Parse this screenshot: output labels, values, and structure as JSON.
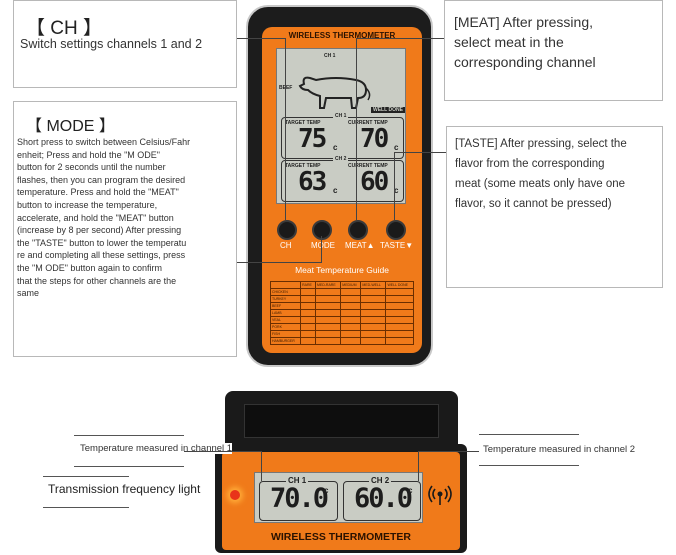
{
  "ch_box": {
    "title": "【 CH 】",
    "text": "Switch settings channels 1 and 2"
  },
  "mode_box": {
    "title": "【 MODE 】",
    "lines": [
      "Short press to switch between Celsius/Fahr",
      "enheit; Press and hold the \"M ODE\"",
      "button for 2 seconds until the number",
      "flashes, then you can program the desired",
      "temperature. Press and hold the \"MEAT\"",
      "button to increase the temperature,",
      "accelerate, and hold the \"MEAT\" button",
      "(increase by 8 per second) After pressing",
      "the \"TASTE\" button to lower the temperatu",
      "re and completing all these settings, press",
      "the \"M ODE\" button again to confirm",
      "that the steps for other channels are the",
      "same"
    ]
  },
  "meat_box": {
    "lines": [
      "[MEAT] After pressing,",
      "select meat in the",
      "corresponding channel"
    ]
  },
  "taste_box": {
    "lines": [
      "[TASTE] After pressing, select the",
      "flavor from the corresponding",
      "meat (some meats only have one",
      "flavor, so it cannot be pressed)"
    ]
  },
  "device_top": {
    "brand": "WIRELESS THERMOMETER",
    "lcd": {
      "ch1": "CH 1",
      "beef": "BEEF",
      "well_done": "WELL DONE",
      "ch1_label": "CH 1",
      "target_temp_1": "TARGET TEMP",
      "current_temp_1": "CURRENT TEMP",
      "target_1": "75",
      "current_1": "70",
      "ch2_label": "CH 2",
      "target_temp_2": "TARGET TEMP",
      "current_temp_2": "CURRENT TEMP",
      "target_2": "63",
      "current_2": "60",
      "unit": "c"
    },
    "buttons": [
      "CH",
      "MODE",
      "MEAT▲",
      "TASTE▼"
    ],
    "guide_title": "Meat Temperature Guide",
    "guide_headers": [
      "",
      "RARE",
      "MED-RARE",
      "MEDIUM",
      "MED-WELL",
      "WELL DONE"
    ],
    "guide_rows": [
      "CHICKEN",
      "TURKEY",
      "BEEF",
      "LAMB",
      "VEAL",
      "PORK",
      "FISH",
      "HAMBURGER"
    ]
  },
  "device_bottom": {
    "ch1": "CH 1",
    "ch2": "CH 2",
    "temp1": "70.0",
    "temp2": "60.0",
    "unit": "c",
    "brand": "WIRELESS THERMOMETER"
  },
  "callouts": {
    "ch1_label": "Temperature measured in channel 1",
    "ch2_label": "Temperature measured in channel 2",
    "freq_label": "Transmission frequency light"
  },
  "colors": {
    "orange": "#f07a1a",
    "lcd": "#c9ccc4",
    "body": "#1e1e1e"
  }
}
